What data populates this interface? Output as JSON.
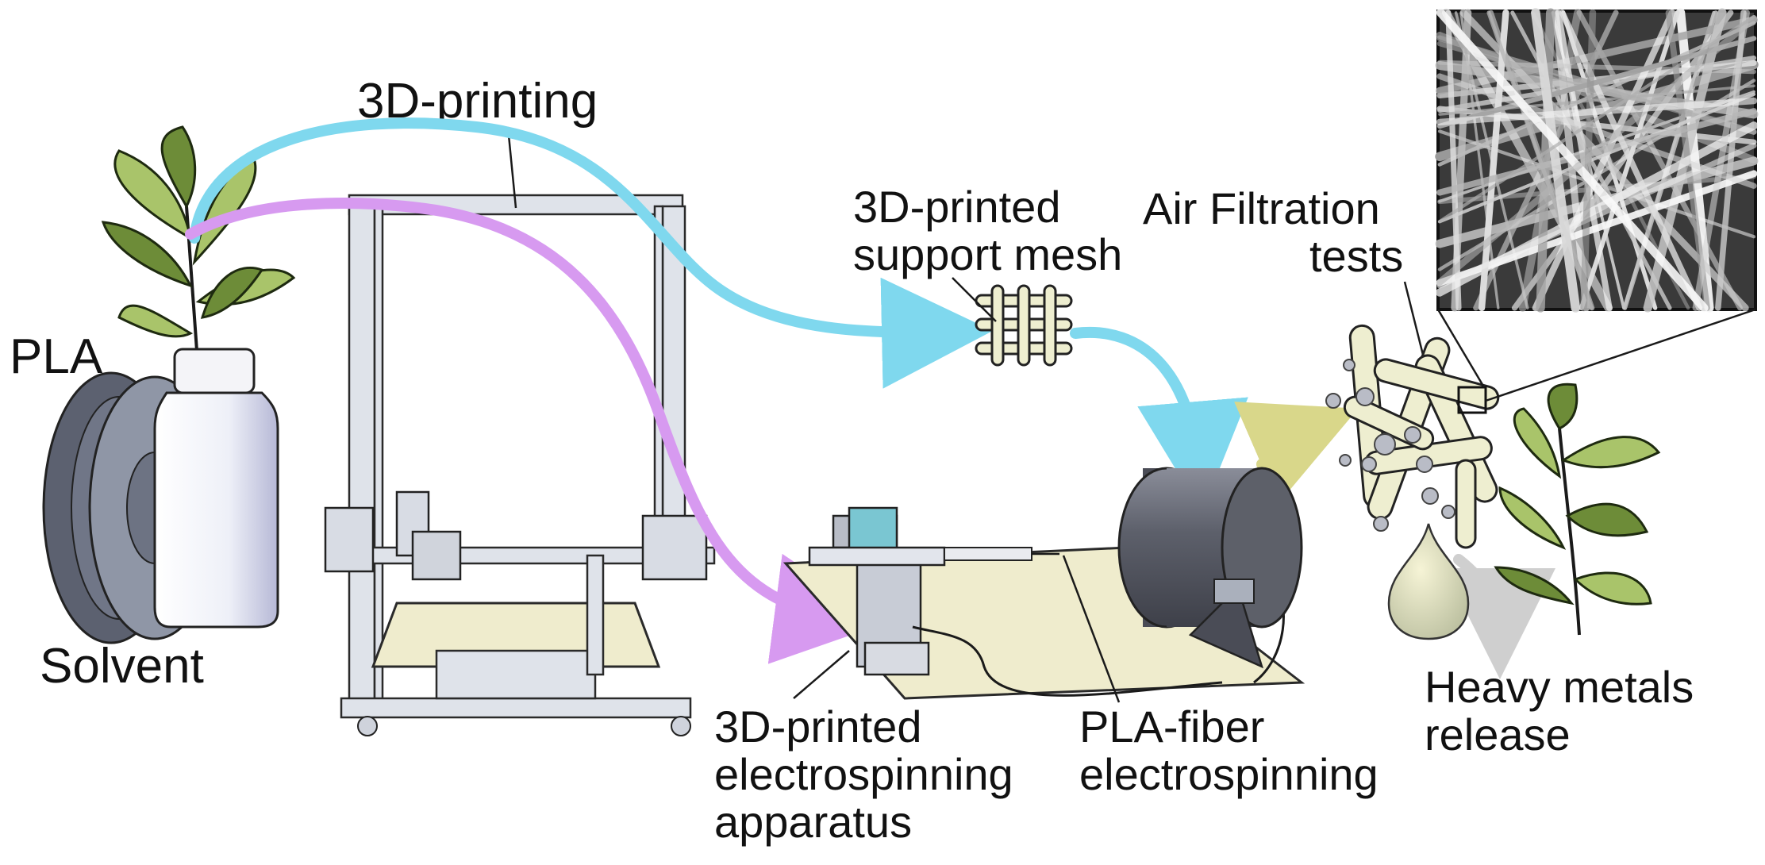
{
  "labels": {
    "printing": "3D-printing",
    "support_mesh_line1": "3D-printed",
    "support_mesh_line2": "support mesh",
    "air_filtration_line1": "Air Filtration",
    "air_filtration_line2": "tests",
    "pla": "PLA",
    "solvent": "Solvent",
    "apparatus_line1": "3D-printed",
    "apparatus_line2": "electrospinning",
    "apparatus_line3": "apparatus",
    "fiber_line1": "PLA-fiber",
    "fiber_line2": "electrospinning",
    "heavy_metals_line1": "Heavy metals",
    "heavy_metals_line2": "release"
  },
  "colors": {
    "printing_arrow": "#7fd8ee",
    "solvent_arrow": "#d79af0",
    "electrospinning_arrow": "#e0559a",
    "filtration_arrow": "#d9d78a",
    "release_arrow": "#cfcfcf",
    "plant_leaf": "#a9c46a",
    "base_plate": "#efeccd"
  },
  "icons": {
    "plant": "plant-icon",
    "filament_spool": "filament-spool-icon",
    "solvent_bottle": "bottle-icon",
    "printer": "3d-printer-icon",
    "support_mesh": "mesh-icon",
    "collector_drum": "drum-collector-icon",
    "sem_image": "sem-micrograph-image"
  }
}
